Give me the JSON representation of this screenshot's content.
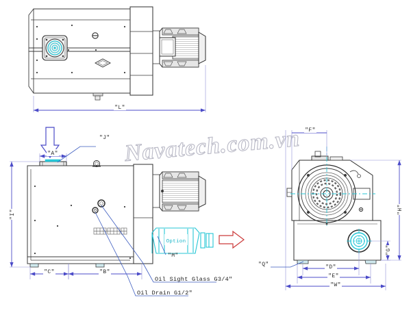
{
  "drawing": {
    "title": "Vacuum pump dimensional drawing",
    "background": "#ffffff",
    "colors": {
      "outline": "#3a3a3a",
      "dimension": "#4b4bc8",
      "centerline": "#25c6d6",
      "option": "#25c6d6",
      "arrow_inlet": "#4b4bc8",
      "arrow_outlet": "#cc3b3b",
      "leader": "#3b5bbf",
      "watermark": "#b9b9c6",
      "hatch": "#6f6f6f"
    },
    "watermark": "Navatech.com.vn"
  },
  "views": {
    "top": {
      "name": "top-view",
      "dimension_label": "\"L\""
    },
    "front": {
      "name": "front-view"
    },
    "side": {
      "name": "side-view"
    }
  },
  "dimensions": {
    "L": "\"L\"",
    "A": "\"A\"",
    "I": "\"I\"",
    "C": "\"C\"",
    "B": "\"B\"",
    "F": "\"F\"",
    "H": "\"H\"",
    "G": "\"G\"",
    "D": "\"D\"",
    "E": "\"E\"",
    "W": "\"W\"",
    "J": "\"J\"",
    "M": "\"M\"",
    "Q": "\"Q\""
  },
  "annotations": {
    "oil_sight_glass": "Oil Sight Glass G3/4\"",
    "oil_drain": "Oil Drain G1/2\"",
    "option": "Option"
  },
  "arrows": {
    "inlet": "inlet-flow-arrow",
    "outlet": "outlet-flow-arrow"
  }
}
